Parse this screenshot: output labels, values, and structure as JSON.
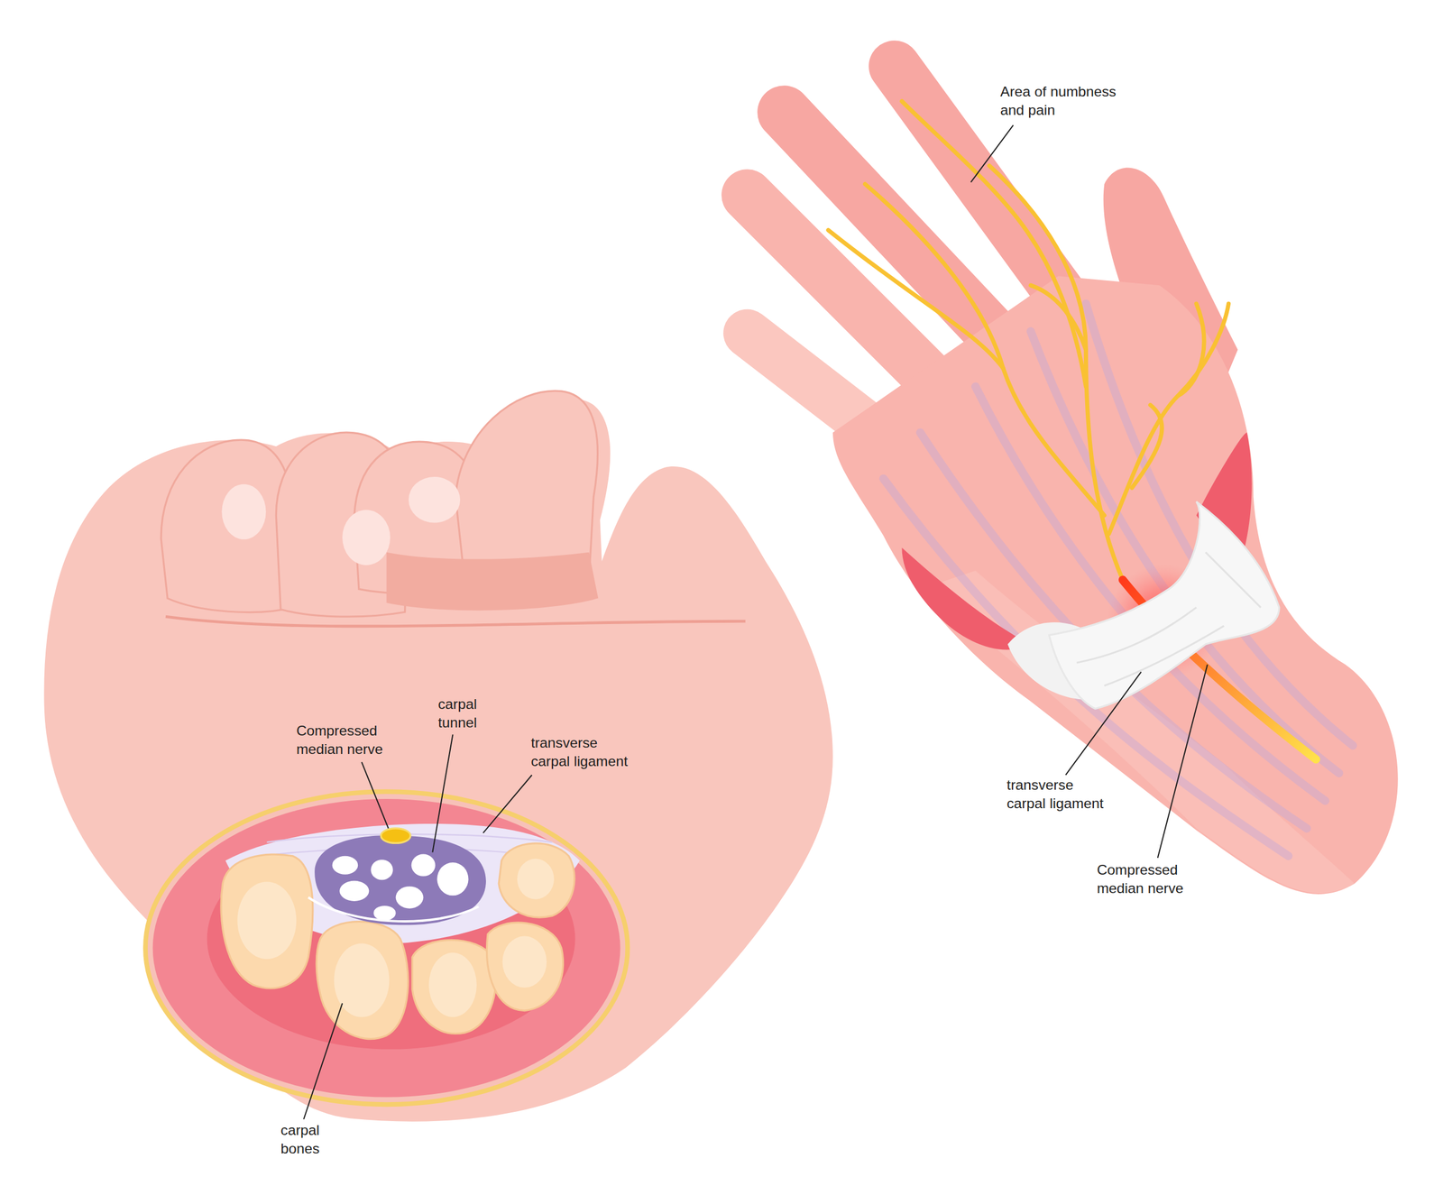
{
  "diagram": {
    "labels": [
      "Area of numbness and pain",
      "Compressed median nerve",
      "carpal tunnel",
      "transverse carpal ligament",
      "carpal bones",
      "transverse carpal ligament",
      "Compressed median nerve"
    ]
  }
}
